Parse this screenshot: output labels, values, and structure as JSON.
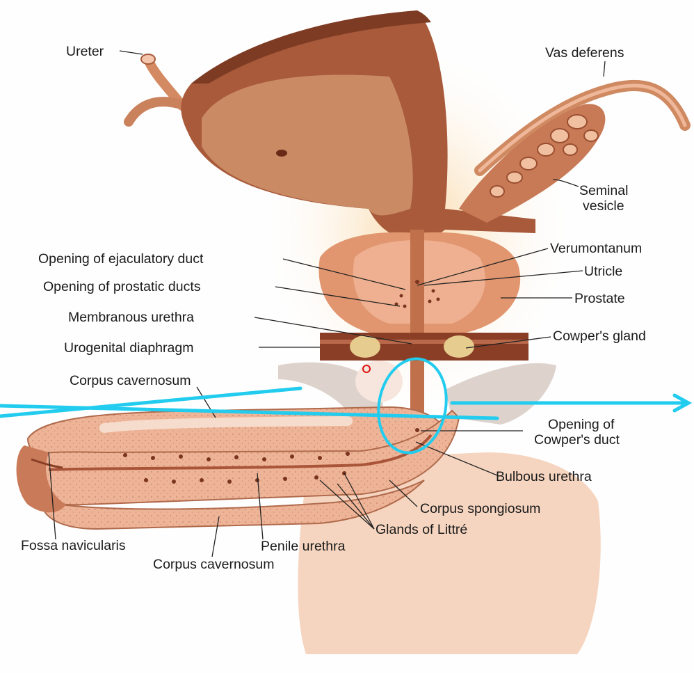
{
  "figure": {
    "labels": {
      "ureter": "Ureter",
      "vas_deferens": "Vas deferens",
      "seminal_vesicle_1": "Seminal",
      "seminal_vesicle_2": "vesicle",
      "verumontanum": "Verumontanum",
      "utricle": "Utricle",
      "prostate": "Prostate",
      "cowpers_gland": "Cowper's gland",
      "opening_ejaculatory_duct": "Opening of ejaculatory duct",
      "opening_prostatic_ducts": "Opening of prostatic ducts",
      "membranous_urethra": "Membranous urethra",
      "urogenital_diaphragm": "Urogenital diaphragm",
      "corpus_cavernosum_top": "Corpus cavernosum",
      "opening_cowpers_duct_1": "Opening of",
      "opening_cowpers_duct_2": "Cowper's duct",
      "bulbous_urethra": "Bulbous urethra",
      "corpus_spongiosum": "Corpus spongiosum",
      "glands_of_littre": "Glands of Littré",
      "fossa_navicularis": "Fossa navicularis",
      "penile_urethra": "Penile urethra",
      "corpus_cavernosum_bottom": "Corpus cavernosum"
    },
    "colors": {
      "bladder_outer": "#a85a3a",
      "bladder_inner": "#c98a64",
      "tissue": "#e7a486",
      "tissue_light": "#f4c6ae",
      "skin": "#f6d5c0",
      "annotation": "#22ccee"
    }
  }
}
